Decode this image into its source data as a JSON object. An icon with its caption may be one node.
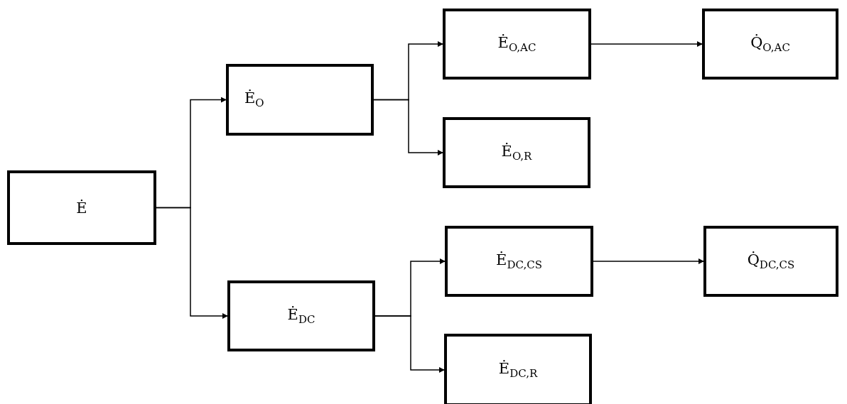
{
  "diagram": {
    "nodes": [
      {
        "text": [
          "Ė"
        ]
      },
      {
        "text": [
          "Ė$_{O}$"
        ]
      },
      {
        "text": [
          "Ė$_{O,AC}$"
        ]
      },
      {
        "text": [
          "Q̇$_{O,AC}$"
        ]
      },
      {
        "text": [
          "Ė$_{O,R}$"
        ]
      },
      {
        "text": [
          "Ė$_{DC}$"
        ]
      },
      {
        "text": [
          "Ė$_{DC,CS}$"
        ]
      },
      {
        "text": [
          "Q̇$_{DC,CS}$"
        ]
      },
      {
        "text": [
          "Ė$_{DC,R}$"
        ]
      }
    ],
    "edges": [
      {
        "from": 0,
        "to": 1,
        "arrow": "to"
      },
      {
        "from": 0,
        "to": 5,
        "arrow": "to"
      },
      {
        "from": 1,
        "to": 2,
        "arrow": "to"
      },
      {
        "from": 1,
        "to": 4,
        "arrow": "to"
      },
      {
        "from": 2,
        "to": 3,
        "arrow": "to"
      },
      {
        "from": 5,
        "to": 6,
        "arrow": "to"
      },
      {
        "from": 5,
        "to": 8,
        "arrow": "to"
      },
      {
        "from": 6,
        "to": 7,
        "arrow": "to"
      }
    ]
  }
}
